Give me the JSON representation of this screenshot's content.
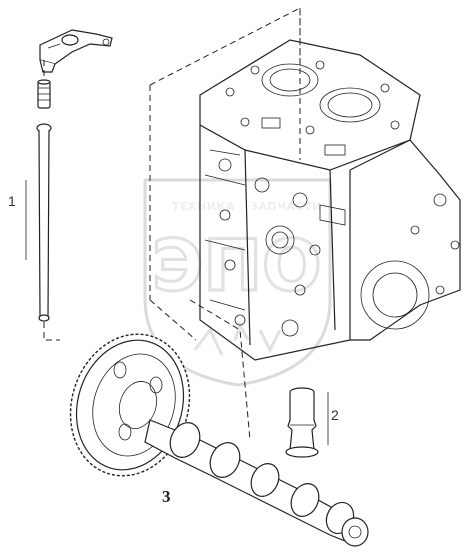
{
  "diagram": {
    "callouts": [
      {
        "id": "1",
        "label": "1"
      },
      {
        "id": "2",
        "label": "2"
      },
      {
        "id": "3",
        "label": "3"
      }
    ]
  },
  "watermark": {
    "line1": "ТЕХНИКА",
    "line2": "ЗАПЧАСТИ",
    "letters": "ЭПО"
  }
}
